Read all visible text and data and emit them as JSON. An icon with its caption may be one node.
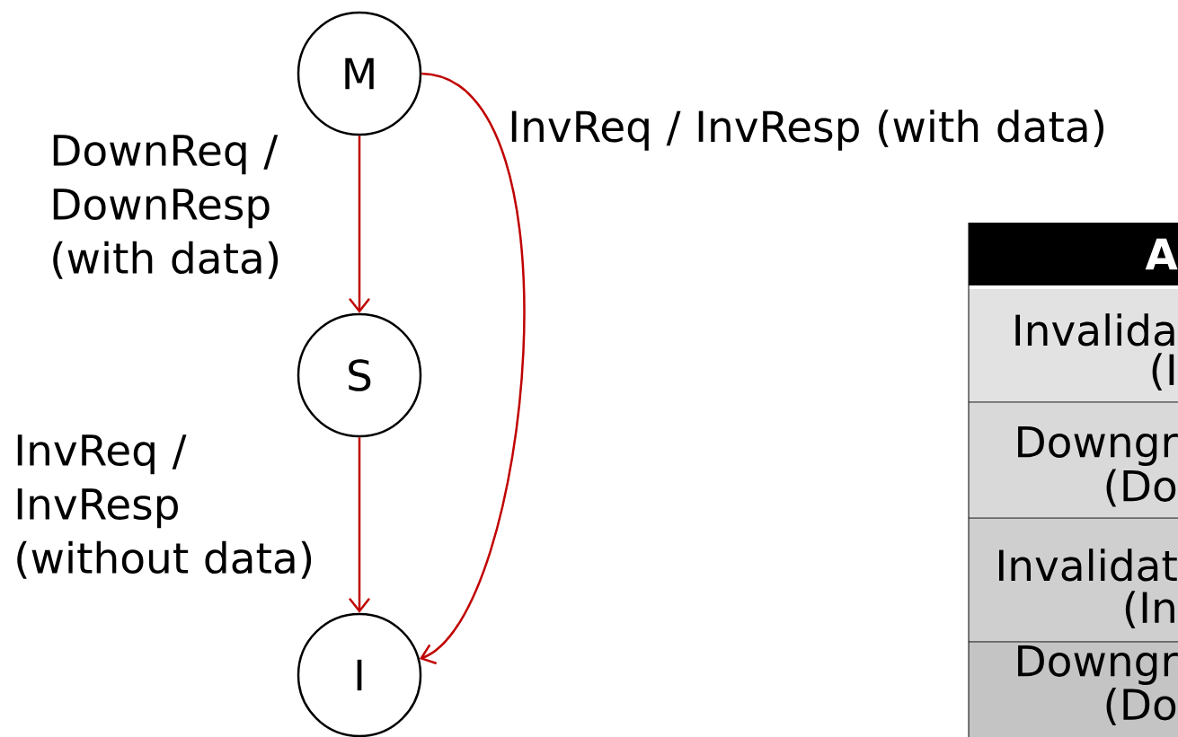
{
  "diagram": {
    "nodes": [
      {
        "text": [
          "M"
        ]
      },
      {
        "text": [
          "S"
        ]
      },
      {
        "text": [
          "I"
        ]
      }
    ],
    "edges": [
      {
        "from": 0,
        "to": 1,
        "arrow": "to",
        "label": "DownReq / DownResp (with data)"
      },
      {
        "from": 1,
        "to": 2,
        "arrow": "to",
        "label": "InvReq / InvResp (without data)"
      },
      {
        "from": 0,
        "to": 2,
        "arrow": "to",
        "label": "InvReq / InvResp (with data)"
      }
    ],
    "labels": [
      "A",
      "Invalida",
      "(I",
      "Downgr",
      "(Do",
      "Invalidat",
      "(In",
      "Downgr",
      "(Do"
    ]
  }
}
